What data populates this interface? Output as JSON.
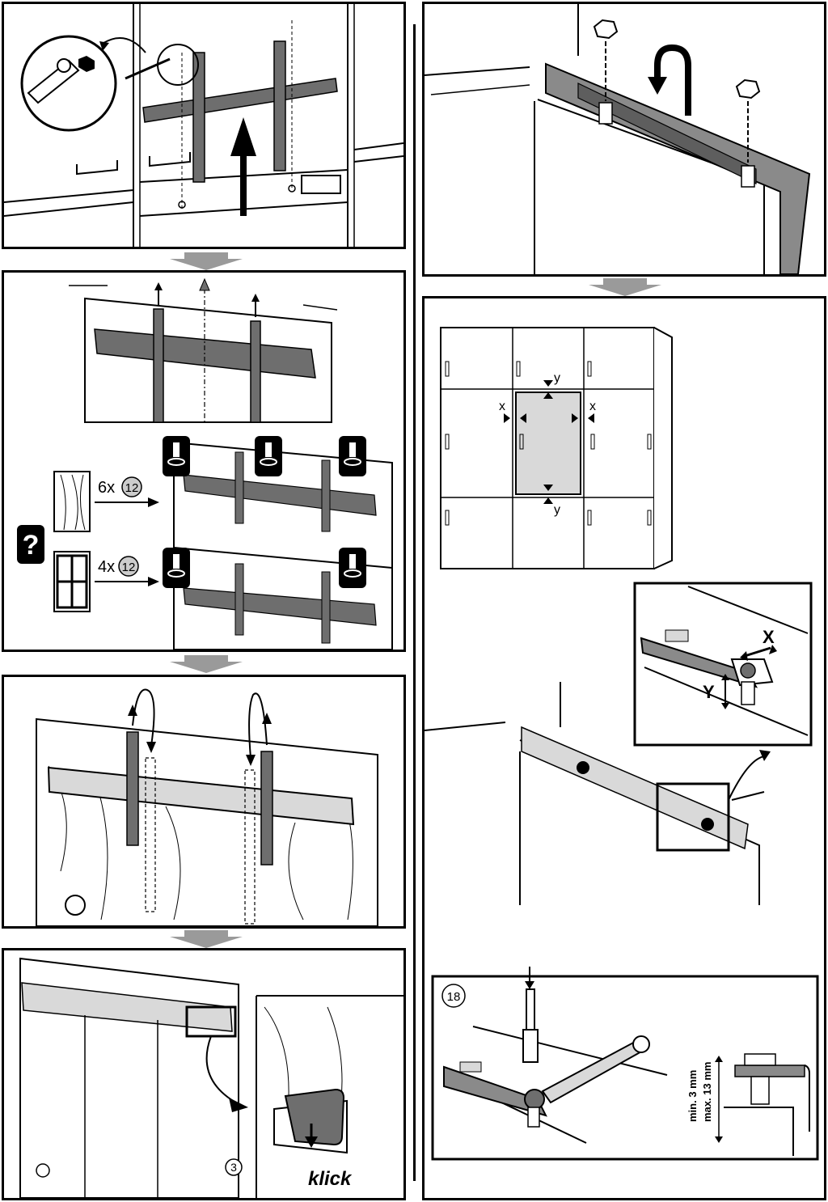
{
  "left_column": {
    "panel2": {
      "qty_a": "6x",
      "qty_b": "4x",
      "screw_ref": "12",
      "help_icon": "question-icon"
    },
    "panel4": {
      "step_number": "3",
      "sound_text": "klick"
    }
  },
  "right_column": {
    "panel2": {
      "label_y_top": "y",
      "label_y_bottom": "y",
      "label_x_left": "x",
      "label_x_right": "x",
      "detail_x": "X",
      "detail_y": "Y"
    },
    "panel3": {
      "step_number": "18",
      "min_label": "min. 3 mm",
      "max_label": "max. 13 mm"
    }
  },
  "colors": {
    "panel_border": "#000000",
    "flow_arrow": "#9a9a9a",
    "metal_gray": "#6e6e6e",
    "highlight_gray": "#d9d9d9"
  }
}
